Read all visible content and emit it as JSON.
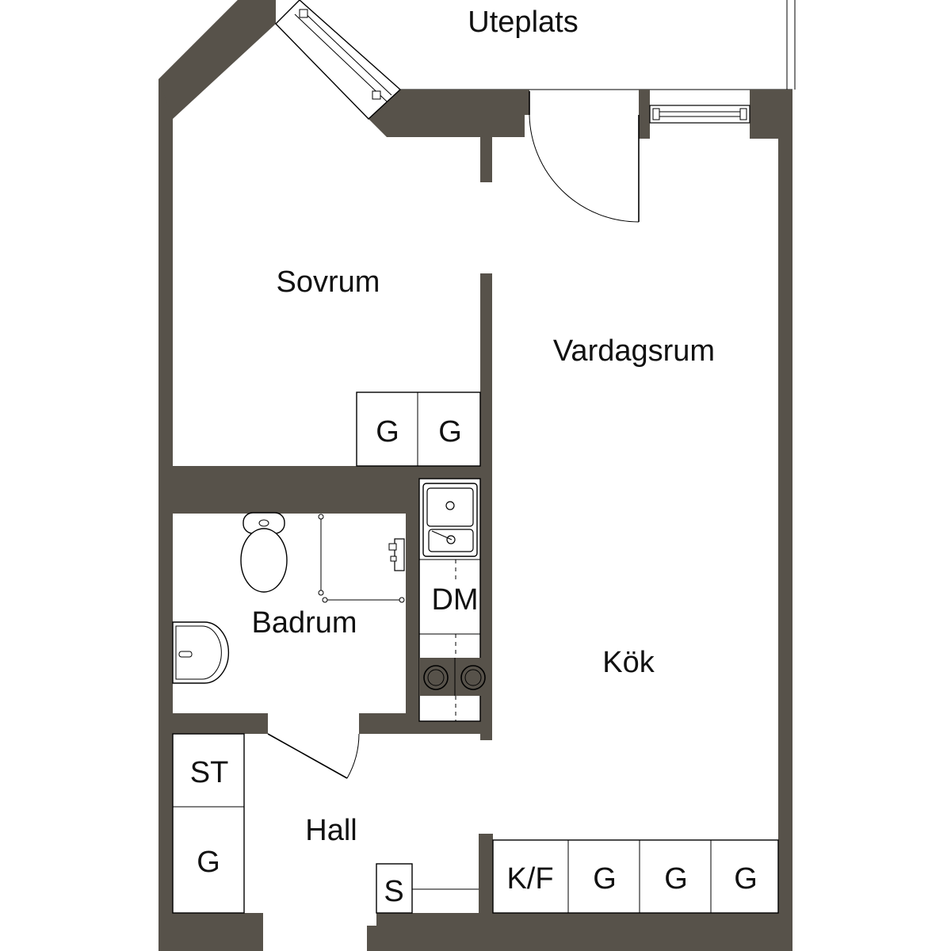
{
  "rooms": {
    "uteplats": "Uteplats",
    "sovrum": "Sovrum",
    "vardagsrum": "Vardagsrum",
    "badrum": "Badrum",
    "kok": "Kök",
    "hall": "Hall"
  },
  "fixtures": {
    "wardrobe_sovrum_1": "G",
    "wardrobe_sovrum_2": "G",
    "dishwasher": "DM",
    "storage_hall": "ST",
    "wardrobe_hall": "G",
    "shoe_cabinet": "S",
    "fridge_freezer": "K/F",
    "wardrobe_kitchen_1": "G",
    "wardrobe_kitchen_2": "G",
    "wardrobe_kitchen_3": "G"
  },
  "colors": {
    "wall": "#57524a",
    "background": "#ffffff",
    "text": "#111111"
  }
}
